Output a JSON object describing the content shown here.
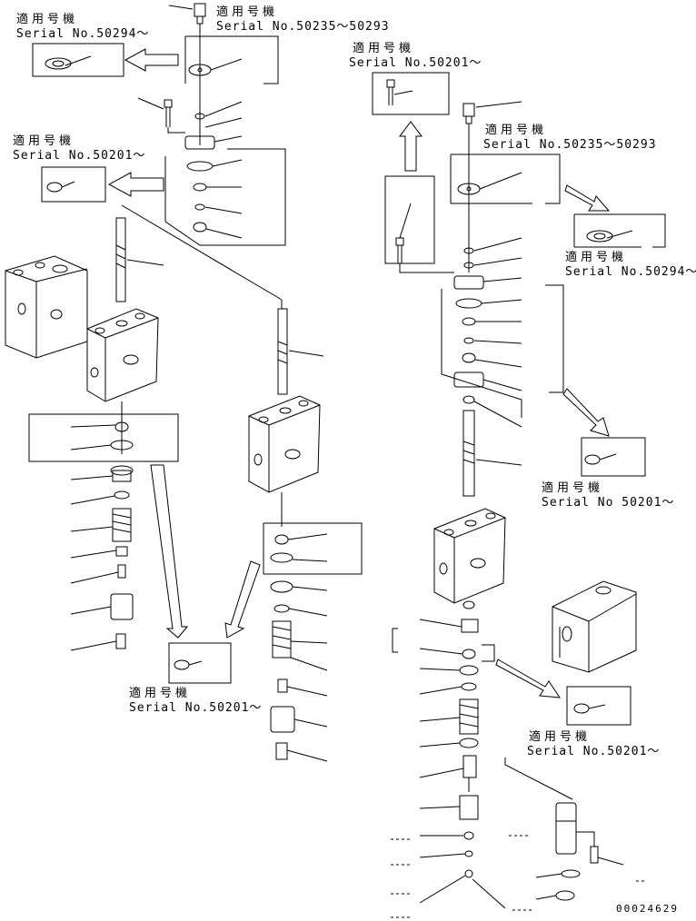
{
  "diagram": {
    "applicability_label": "適用号機",
    "serial_labels": {
      "top_left_50294": "Serial No.50294～",
      "top_center_50235_50293": "Serial No.50235～50293",
      "top_right_50201": "Serial No.50201～",
      "left_50201": "Serial No.50201～",
      "right_50235_50293": "Serial No.50235～50293",
      "right_50294": "Serial No.50294～",
      "right_mid_50201": "Serial No 50201～",
      "bottom_center_50201": "Serial No.50201～",
      "bottom_right_50201": "Serial No.50201～"
    },
    "document_number": "00024629"
  },
  "colors": {
    "ink": "#000000",
    "paper": "#ffffff"
  }
}
